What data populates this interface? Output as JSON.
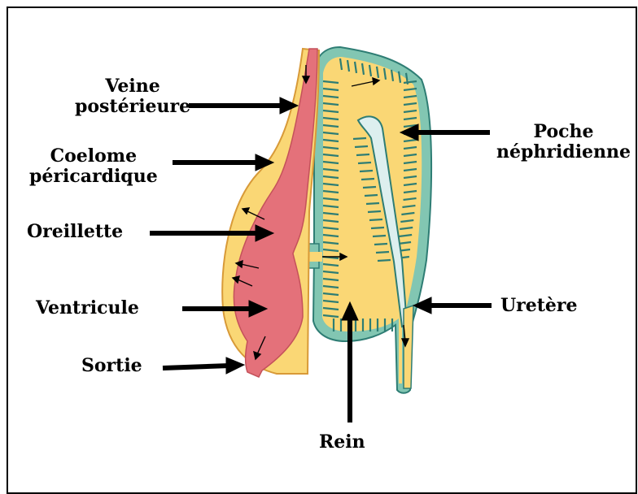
{
  "labels": {
    "veine": [
      "Veine",
      "postérieure"
    ],
    "coelome": [
      "Coelome",
      "péricardique"
    ],
    "oreillette": "Oreillette",
    "ventricule": "Ventricule",
    "sortie": "Sortie",
    "poche": [
      "Poche",
      "néphridienne"
    ],
    "uretere": "Uretère",
    "rein": "Rein"
  },
  "colors": {
    "fluid": "#FAD775",
    "heart": "#E4717A",
    "wall": "#82C6B2",
    "wall_edge": "#2E7D74",
    "lumen": "#DDEFEF",
    "arrow": "#000000",
    "frame": "#000000"
  }
}
